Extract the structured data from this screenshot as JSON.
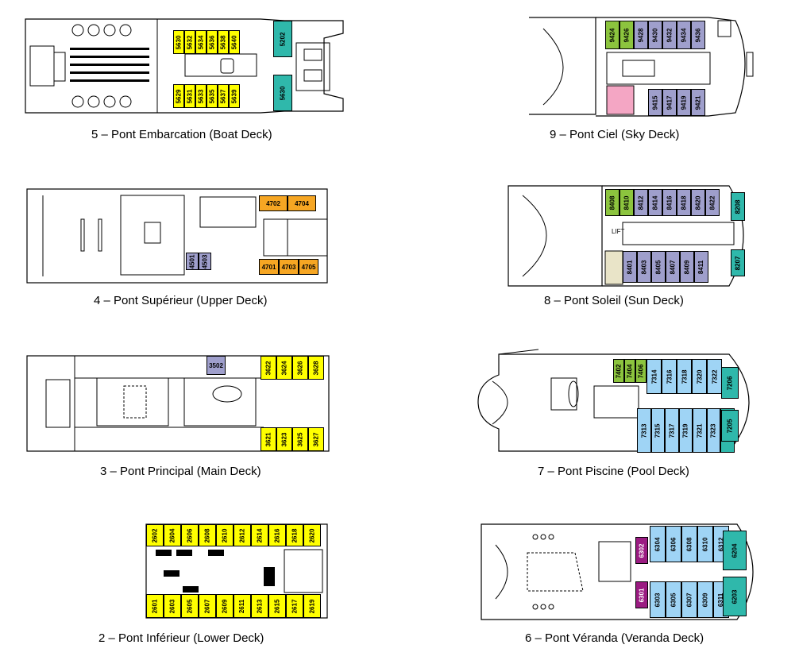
{
  "colors": {
    "yellow": "#ffff00",
    "orange": "#f6a623",
    "purple": "#9f9fcc",
    "teal": "#2fb8ab",
    "blue": "#9fd4f5",
    "green": "#8cc43e",
    "pink": "#f4a6c4",
    "magenta": "#9b1c82",
    "beige": "#e9e4c8",
    "line": "#000000"
  },
  "decks": [
    {
      "id": "deck-5",
      "caption": "5 – Pont Embarcation (Boat Deck)",
      "cabins": [
        {
          "label": "5630",
          "color": "yellow"
        },
        {
          "label": "5632",
          "color": "yellow"
        },
        {
          "label": "5634",
          "color": "yellow"
        },
        {
          "label": "5636",
          "color": "yellow"
        },
        {
          "label": "5638",
          "color": "yellow"
        },
        {
          "label": "5640",
          "color": "yellow"
        },
        {
          "label": "5202",
          "color": "teal"
        },
        {
          "label": "5629",
          "color": "yellow"
        },
        {
          "label": "5631",
          "color": "yellow"
        },
        {
          "label": "5633",
          "color": "yellow"
        },
        {
          "label": "5635",
          "color": "yellow"
        },
        {
          "label": "5637",
          "color": "yellow"
        },
        {
          "label": "5639",
          "color": "yellow"
        },
        {
          "label": "5630",
          "color": "teal"
        }
      ]
    },
    {
      "id": "deck-9",
      "caption": "9 – Pont Ciel (Sky Deck)",
      "cabins": [
        {
          "label": "9424",
          "color": "green"
        },
        {
          "label": "9426",
          "color": "green"
        },
        {
          "label": "9428",
          "color": "purple"
        },
        {
          "label": "9430",
          "color": "purple"
        },
        {
          "label": "9432",
          "color": "purple"
        },
        {
          "label": "9434",
          "color": "purple"
        },
        {
          "label": "9436",
          "color": "purple"
        },
        {
          "label": "9415",
          "color": "purple"
        },
        {
          "label": "9417",
          "color": "purple"
        },
        {
          "label": "9419",
          "color": "purple"
        },
        {
          "label": "9421",
          "color": "purple"
        }
      ]
    },
    {
      "id": "deck-4",
      "caption": "4 – Pont Supérieur (Upper Deck)",
      "cabins": [
        {
          "label": "4702",
          "color": "orange"
        },
        {
          "label": "4704",
          "color": "orange"
        },
        {
          "label": "4501",
          "color": "purple"
        },
        {
          "label": "4503",
          "color": "purple"
        },
        {
          "label": "4701",
          "color": "orange"
        },
        {
          "label": "4703",
          "color": "orange"
        },
        {
          "label": "4705",
          "color": "orange"
        }
      ]
    },
    {
      "id": "deck-8",
      "caption": "8 – Pont Soleil (Sun Deck)",
      "lift_label": "LIFT",
      "cabins": [
        {
          "label": "8408",
          "color": "green"
        },
        {
          "label": "8410",
          "color": "green"
        },
        {
          "label": "8412",
          "color": "purple"
        },
        {
          "label": "8414",
          "color": "purple"
        },
        {
          "label": "8416",
          "color": "purple"
        },
        {
          "label": "8418",
          "color": "purple"
        },
        {
          "label": "8420",
          "color": "purple"
        },
        {
          "label": "8422",
          "color": "purple"
        },
        {
          "label": "8208",
          "color": "teal"
        },
        {
          "label": "8401",
          "color": "purple"
        },
        {
          "label": "8403",
          "color": "purple"
        },
        {
          "label": "8405",
          "color": "purple"
        },
        {
          "label": "8407",
          "color": "purple"
        },
        {
          "label": "8409",
          "color": "purple"
        },
        {
          "label": "8411",
          "color": "purple"
        },
        {
          "label": "8207",
          "color": "teal"
        }
      ]
    },
    {
      "id": "deck-3",
      "caption": "3 – Pont Principal (Main Deck)",
      "cabins": [
        {
          "label": "3502",
          "color": "purple"
        },
        {
          "label": "3622",
          "color": "yellow"
        },
        {
          "label": "3624",
          "color": "yellow"
        },
        {
          "label": "3626",
          "color": "yellow"
        },
        {
          "label": "3628",
          "color": "yellow"
        },
        {
          "label": "3621",
          "color": "yellow"
        },
        {
          "label": "3623",
          "color": "yellow"
        },
        {
          "label": "3625",
          "color": "yellow"
        },
        {
          "label": "3627",
          "color": "yellow"
        }
      ]
    },
    {
      "id": "deck-7",
      "caption": "7 – Pont Piscine (Pool Deck)",
      "cabins": [
        {
          "label": "7402",
          "color": "green"
        },
        {
          "label": "7404",
          "color": "green"
        },
        {
          "label": "7406",
          "color": "green"
        },
        {
          "label": "7314",
          "color": "blue"
        },
        {
          "label": "7316",
          "color": "blue"
        },
        {
          "label": "7318",
          "color": "blue"
        },
        {
          "label": "7320",
          "color": "blue"
        },
        {
          "label": "7322",
          "color": "blue"
        },
        {
          "label": "7206",
          "color": "teal"
        },
        {
          "label": "7313",
          "color": "blue"
        },
        {
          "label": "7315",
          "color": "blue"
        },
        {
          "label": "7317",
          "color": "blue"
        },
        {
          "label": "7319",
          "color": "blue"
        },
        {
          "label": "7321",
          "color": "blue"
        },
        {
          "label": "7323",
          "color": "blue"
        },
        {
          "label": "7205",
          "color": "teal"
        }
      ]
    },
    {
      "id": "deck-2",
      "caption": "2 – Pont Inférieur (Lower Deck)",
      "cabins": [
        {
          "label": "2602",
          "color": "yellow"
        },
        {
          "label": "2604",
          "color": "yellow"
        },
        {
          "label": "2606",
          "color": "yellow"
        },
        {
          "label": "2608",
          "color": "yellow"
        },
        {
          "label": "2610",
          "color": "yellow"
        },
        {
          "label": "2612",
          "color": "yellow"
        },
        {
          "label": "2614",
          "color": "yellow"
        },
        {
          "label": "2616",
          "color": "yellow"
        },
        {
          "label": "2618",
          "color": "yellow"
        },
        {
          "label": "2620",
          "color": "yellow"
        },
        {
          "label": "2601",
          "color": "yellow"
        },
        {
          "label": "2603",
          "color": "yellow"
        },
        {
          "label": "2605",
          "color": "yellow"
        },
        {
          "label": "2607",
          "color": "yellow"
        },
        {
          "label": "2609",
          "color": "yellow"
        },
        {
          "label": "2611",
          "color": "yellow"
        },
        {
          "label": "2613",
          "color": "yellow"
        },
        {
          "label": "2615",
          "color": "yellow"
        },
        {
          "label": "2617",
          "color": "yellow"
        },
        {
          "label": "2619",
          "color": "yellow"
        }
      ]
    },
    {
      "id": "deck-6",
      "caption": "6 – Pont Véranda (Veranda Deck)",
      "cabins": [
        {
          "label": "6302",
          "color": "magenta"
        },
        {
          "label": "6304",
          "color": "blue"
        },
        {
          "label": "6306",
          "color": "blue"
        },
        {
          "label": "6308",
          "color": "blue"
        },
        {
          "label": "6310",
          "color": "blue"
        },
        {
          "label": "6312",
          "color": "blue"
        },
        {
          "label": "6204",
          "color": "teal"
        },
        {
          "label": "6301",
          "color": "magenta"
        },
        {
          "label": "6303",
          "color": "blue"
        },
        {
          "label": "6305",
          "color": "blue"
        },
        {
          "label": "6307",
          "color": "blue"
        },
        {
          "label": "6309",
          "color": "blue"
        },
        {
          "label": "6311",
          "color": "blue"
        },
        {
          "label": "6203",
          "color": "teal"
        }
      ]
    }
  ]
}
